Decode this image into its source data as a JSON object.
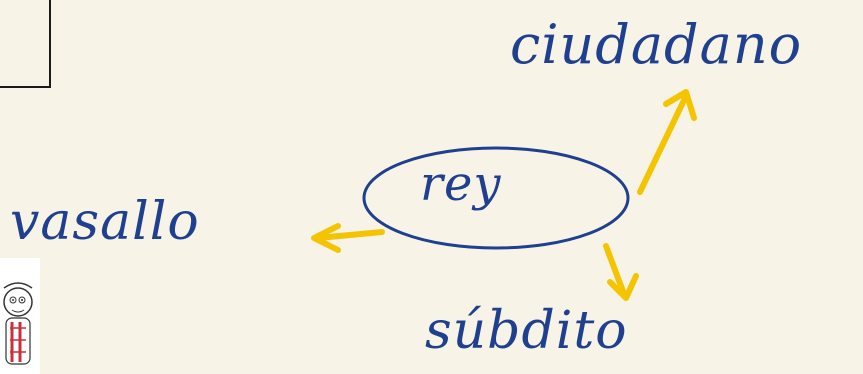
{
  "diagram": {
    "center_word": "rey",
    "top_right_word": "ciudadano",
    "left_word": "vasallo",
    "bottom_word": "súbdito",
    "colors": {
      "background": "#f7f3e6",
      "ink": "#1f3f8f",
      "arrow": "#f5c400"
    }
  },
  "decorations": {
    "mascot_icon": "cartoon-character-icon"
  }
}
